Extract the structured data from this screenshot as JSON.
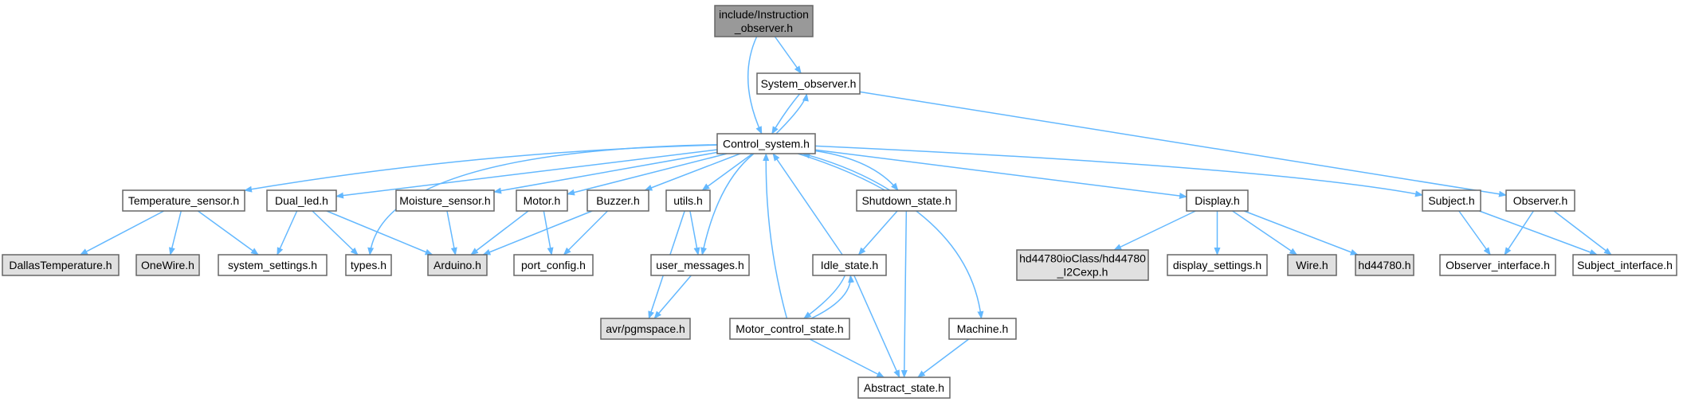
{
  "colors": {
    "edge": "#63b8ff",
    "node_fill": "#ffffff",
    "node_border": "#666666",
    "root_fill": "#999999",
    "external_fill": "#e0e0e0",
    "external_border": "#999999"
  },
  "nodes": [
    {
      "id": "root",
      "lines": [
        "include/Instruction",
        "_observer.h"
      ],
      "kind": "root"
    },
    {
      "id": "system_observer",
      "lines": [
        "System_observer.h"
      ],
      "kind": "file"
    },
    {
      "id": "control_system",
      "lines": [
        "Control_system.h"
      ],
      "kind": "file"
    },
    {
      "id": "temperature_sensor",
      "lines": [
        "Temperature_sensor.h"
      ],
      "kind": "file"
    },
    {
      "id": "dual_led",
      "lines": [
        "Dual_led.h"
      ],
      "kind": "file"
    },
    {
      "id": "moisture_sensor",
      "lines": [
        "Moisture_sensor.h"
      ],
      "kind": "file"
    },
    {
      "id": "motor",
      "lines": [
        "Motor.h"
      ],
      "kind": "file"
    },
    {
      "id": "buzzer",
      "lines": [
        "Buzzer.h"
      ],
      "kind": "file"
    },
    {
      "id": "utils",
      "lines": [
        "utils.h"
      ],
      "kind": "file"
    },
    {
      "id": "shutdown_state",
      "lines": [
        "Shutdown_state.h"
      ],
      "kind": "file"
    },
    {
      "id": "display",
      "lines": [
        "Display.h"
      ],
      "kind": "file"
    },
    {
      "id": "subject",
      "lines": [
        "Subject.h"
      ],
      "kind": "file"
    },
    {
      "id": "observer",
      "lines": [
        "Observer.h"
      ],
      "kind": "file"
    },
    {
      "id": "dallas_temperature",
      "lines": [
        "DallasTemperature.h"
      ],
      "kind": "external"
    },
    {
      "id": "onewire",
      "lines": [
        "OneWire.h"
      ],
      "kind": "external"
    },
    {
      "id": "system_settings",
      "lines": [
        "system_settings.h"
      ],
      "kind": "file"
    },
    {
      "id": "types",
      "lines": [
        "types.h"
      ],
      "kind": "file"
    },
    {
      "id": "arduino",
      "lines": [
        "Arduino.h"
      ],
      "kind": "external"
    },
    {
      "id": "port_config",
      "lines": [
        "port_config.h"
      ],
      "kind": "file"
    },
    {
      "id": "user_messages",
      "lines": [
        "user_messages.h"
      ],
      "kind": "file"
    },
    {
      "id": "idle_state",
      "lines": [
        "Idle_state.h"
      ],
      "kind": "file"
    },
    {
      "id": "hd44780ioclass",
      "lines": [
        "hd44780ioClass/hd44780",
        "_I2Cexp.h"
      ],
      "kind": "external"
    },
    {
      "id": "display_settings",
      "lines": [
        "display_settings.h"
      ],
      "kind": "file"
    },
    {
      "id": "wire",
      "lines": [
        "Wire.h"
      ],
      "kind": "external"
    },
    {
      "id": "hd44780",
      "lines": [
        "hd44780.h"
      ],
      "kind": "external"
    },
    {
      "id": "observer_interface",
      "lines": [
        "Observer_interface.h"
      ],
      "kind": "file"
    },
    {
      "id": "subject_interface",
      "lines": [
        "Subject_interface.h"
      ],
      "kind": "file"
    },
    {
      "id": "avr_pgmspace",
      "lines": [
        "avr/pgmspace.h"
      ],
      "kind": "external"
    },
    {
      "id": "motor_control_state",
      "lines": [
        "Motor_control_state.h"
      ],
      "kind": "file"
    },
    {
      "id": "machine",
      "lines": [
        "Machine.h"
      ],
      "kind": "file"
    },
    {
      "id": "abstract_state",
      "lines": [
        "Abstract_state.h"
      ],
      "kind": "file"
    }
  ],
  "edges": [
    [
      "root",
      "system_observer"
    ],
    [
      "root",
      "control_system"
    ],
    [
      "system_observer",
      "control_system"
    ],
    [
      "control_system",
      "system_observer"
    ],
    [
      "system_observer",
      "observer"
    ],
    [
      "control_system",
      "temperature_sensor"
    ],
    [
      "control_system",
      "dual_led"
    ],
    [
      "control_system",
      "moisture_sensor"
    ],
    [
      "control_system",
      "motor"
    ],
    [
      "control_system",
      "buzzer"
    ],
    [
      "control_system",
      "utils"
    ],
    [
      "control_system",
      "types"
    ],
    [
      "control_system",
      "user_messages"
    ],
    [
      "control_system",
      "shutdown_state"
    ],
    [
      "shutdown_state",
      "control_system"
    ],
    [
      "control_system",
      "machine"
    ],
    [
      "control_system",
      "display"
    ],
    [
      "control_system",
      "subject"
    ],
    [
      "idle_state",
      "control_system"
    ],
    [
      "motor_control_state",
      "control_system"
    ],
    [
      "temperature_sensor",
      "dallas_temperature"
    ],
    [
      "temperature_sensor",
      "onewire"
    ],
    [
      "temperature_sensor",
      "system_settings"
    ],
    [
      "dual_led",
      "system_settings"
    ],
    [
      "dual_led",
      "types"
    ],
    [
      "dual_led",
      "arduino"
    ],
    [
      "moisture_sensor",
      "arduino"
    ],
    [
      "motor",
      "arduino"
    ],
    [
      "motor",
      "port_config"
    ],
    [
      "buzzer",
      "arduino"
    ],
    [
      "buzzer",
      "port_config"
    ],
    [
      "utils",
      "user_messages"
    ],
    [
      "utils",
      "avr_pgmspace"
    ],
    [
      "user_messages",
      "avr_pgmspace"
    ],
    [
      "shutdown_state",
      "idle_state"
    ],
    [
      "shutdown_state",
      "abstract_state"
    ],
    [
      "idle_state",
      "motor_control_state"
    ],
    [
      "motor_control_state",
      "idle_state"
    ],
    [
      "idle_state",
      "abstract_state"
    ],
    [
      "motor_control_state",
      "abstract_state"
    ],
    [
      "machine",
      "abstract_state"
    ],
    [
      "display",
      "hd44780ioclass"
    ],
    [
      "display",
      "display_settings"
    ],
    [
      "display",
      "wire"
    ],
    [
      "display",
      "hd44780"
    ],
    [
      "subject",
      "observer_interface"
    ],
    [
      "subject",
      "subject_interface"
    ],
    [
      "observer",
      "observer_interface"
    ],
    [
      "observer",
      "subject_interface"
    ]
  ]
}
